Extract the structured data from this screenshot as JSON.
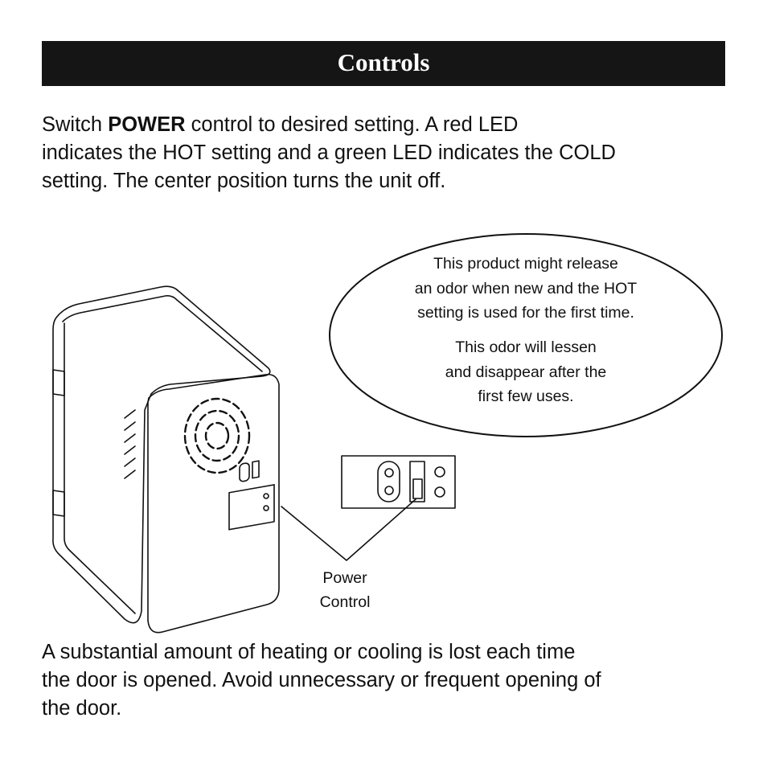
{
  "header": {
    "title": "Controls"
  },
  "intro": {
    "line1_prefix": "Switch ",
    "line1_bold": "POWER",
    "line1_suffix": " control to desired setting. A red LED",
    "line2": "indicates the HOT setting and a green LED indicates the COLD",
    "line3": "setting. The center position turns the unit off."
  },
  "callout": {
    "lines_a": [
      "This product might release",
      "an odor when new and the HOT",
      "setting is used for the first time."
    ],
    "lines_b": [
      "This odor will lessen",
      "and disappear after the",
      "first few uses."
    ]
  },
  "power_label": {
    "line1": "Power",
    "line2": "Control"
  },
  "closing": {
    "line1": "A substantial amount of heating or cooling is lost each time",
    "line2": "the door is opened. Avoid unnecessary or frequent opening of",
    "line3": "the door."
  }
}
